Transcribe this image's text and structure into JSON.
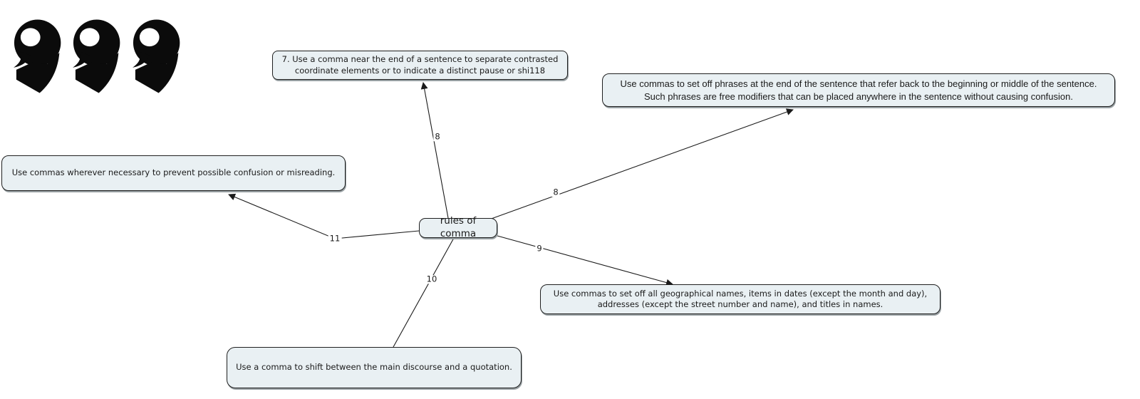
{
  "diagram": {
    "title_node": {
      "label": "rules of comma"
    },
    "nodes": [
      {
        "name": "rule-7",
        "text": "7. Use a comma near the end of a sentence to separate contrasted\ncoordinate elements or to indicate a distinct pause or shi118"
      },
      {
        "name": "rule-8",
        "text": "Use commas to set off phrases at the end of the sentence that refer back to the beginning or middle of the sentence.\nSuch phrases are free modifiers that can be placed anywhere in the sentence without causing confusion."
      },
      {
        "name": "rule-11",
        "text": "Use commas wherever necessary to prevent possible confusion or misreading."
      },
      {
        "name": "rule-9",
        "text": "Use commas to set off all geographical names, items in dates (except the month and day),\naddresses (except the street number and name), and titles in names."
      },
      {
        "name": "rule-10",
        "text": "Use a comma to shift between the main discourse and a quotation."
      }
    ],
    "edges": [
      {
        "label": "8",
        "from": "rules of comma",
        "to": "rule-7"
      },
      {
        "label": "8",
        "from": "rules of comma",
        "to": "rule-8"
      },
      {
        "label": "9",
        "from": "rules of comma",
        "to": "rule-9"
      },
      {
        "label": "10",
        "from": "rules of comma",
        "to": "rule-10"
      },
      {
        "label": "11",
        "from": "rules of comma",
        "to": "rule-11"
      }
    ],
    "colors": {
      "node_fill": "#e9f0f3",
      "node_border": "#1f1f1f",
      "edge_line": "#1a1a1a",
      "node_shadow": "#98a0a3",
      "logo_fill": "#0b0b0b"
    },
    "logo": {
      "icon": "comma-marks-icon",
      "glyph_count": 3
    }
  }
}
